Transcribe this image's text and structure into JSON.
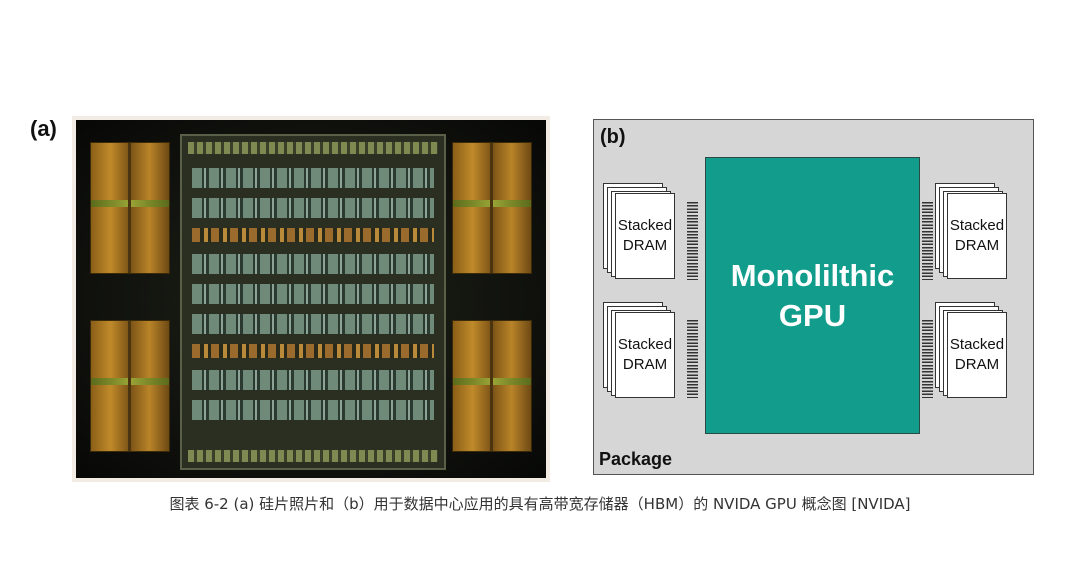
{
  "figure_a": {
    "label": "(a)"
  },
  "figure_b": {
    "label": "(b)",
    "gpu_line1": "Monolilthic",
    "gpu_line2": "GPU",
    "dram_line1": "Stacked",
    "dram_line2": "DRAM",
    "package_label": "Package"
  },
  "caption": "图表 6-2 (a) 硅片照片和（b）用于数据中心应用的具有高带宽存储器（HBM）的 NVIDA  GPU 概念图 [NVIDA]",
  "colors": {
    "gpu_fill": "#119c8b",
    "package_fill": "#d6d6d6",
    "hbm_gold": "#c08a2a"
  }
}
